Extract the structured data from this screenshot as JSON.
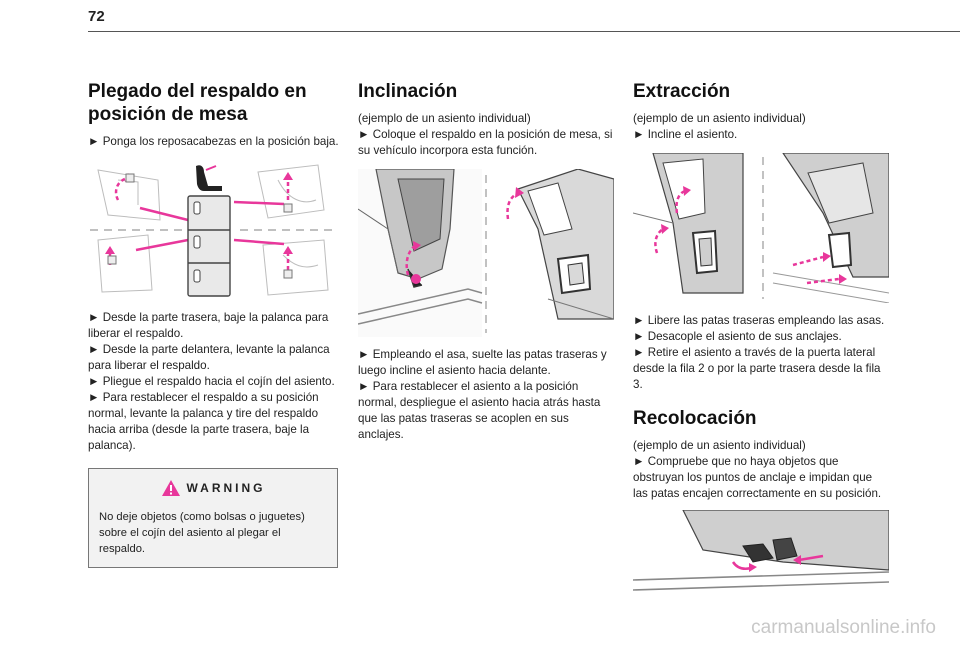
{
  "page": {
    "number": "72"
  },
  "col1": {
    "title_line1": "Plegado del respaldo en",
    "title_line2": "posición de mesa",
    "intro": "► Ponga los reposacabezas en la posición baja.",
    "steps": [
      "► Desde la parte trasera, baje la palanca para liberar el respaldo.",
      "► Desde la parte delantera, levante la palanca para liberar el respaldo.",
      "► Pliegue el respaldo hacia el cojín del asiento.",
      "► Para restablecer el respaldo a su posición normal, levante la palanca y tire del respaldo hacia arriba (desde la parte trasera, baje la palanca)."
    ],
    "warning": {
      "title": "WARNING",
      "text": "No deje objetos (como bolsas o juguetes) sobre el cojín del asiento al plegar el respaldo."
    }
  },
  "col2": {
    "title": "Inclinación",
    "example": "(ejemplo de un asiento individual)",
    "intro": "► Coloque el respaldo en la posición de mesa, si su vehículo incorpora esta función.",
    "steps": [
      "► Empleando el asa, suelte las patas traseras y luego incline el asiento hacia delante.",
      "► Para restablecer el asiento a la posición normal, despliegue el asiento hacia atrás hasta que las patas traseras se acoplen en sus anclajes."
    ]
  },
  "col3": {
    "title": "Extracción",
    "example": "(ejemplo de un asiento individual)",
    "intro": "► Incline el asiento.",
    "steps": [
      "► Libere las patas traseras empleando las asas.",
      "► Desacople el asiento de sus anclajes.",
      "► Retire el asiento a través de la puerta lateral desde la fila 2 o por la parte trasera desde la fila 3."
    ],
    "title2": "Recolocación",
    "example2": "(ejemplo de un asiento individual)",
    "intro2": "► Compruebe que no haya objetos que obstruyan los puntos de anclaje e impidan que las patas encajen correctamente en su posición."
  },
  "watermark": "carmanualsonline.info",
  "colors": {
    "accent": "#e8379b",
    "line": "#555555",
    "warning_bg": "#f2f2f2"
  }
}
